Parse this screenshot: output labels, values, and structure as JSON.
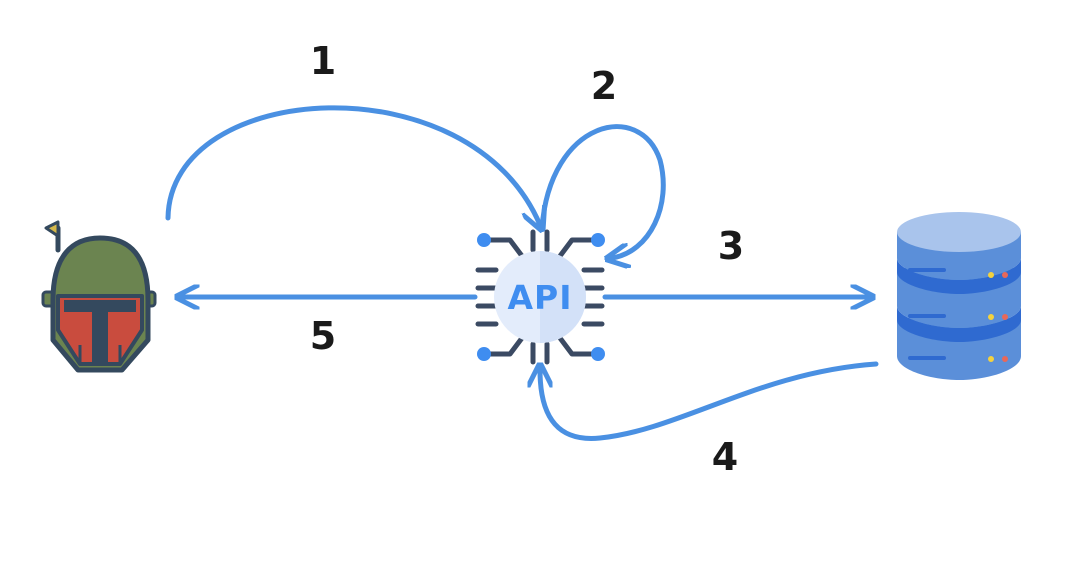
{
  "colors": {
    "arrow": "#4a90e2",
    "label": "#1a1a1a",
    "helmet_green": "#6b8450",
    "helmet_red": "#c94c3e",
    "helmet_outline": "#34495e",
    "chip_trace": "#3b4a63",
    "chip_dot": "#3f8df0",
    "chip_core": "#e3ecfb",
    "api_text": "#3f8df0",
    "db_top": "#a9c4ec",
    "db_body": "#5b8fd9",
    "db_band": "#2f6ad0",
    "db_light_yellow": "#f4d23e",
    "db_light_red": "#e8685a"
  },
  "icons": {
    "client": "bounty-hunter-helmet-icon",
    "api": "api-chip-icon",
    "database": "database-server-icon"
  },
  "nodes": {
    "api_label": "API"
  },
  "steps": [
    {
      "id": "1",
      "label": "1"
    },
    {
      "id": "2",
      "label": "2"
    },
    {
      "id": "3",
      "label": "3"
    },
    {
      "id": "4",
      "label": "4"
    },
    {
      "id": "5",
      "label": "5"
    }
  ]
}
